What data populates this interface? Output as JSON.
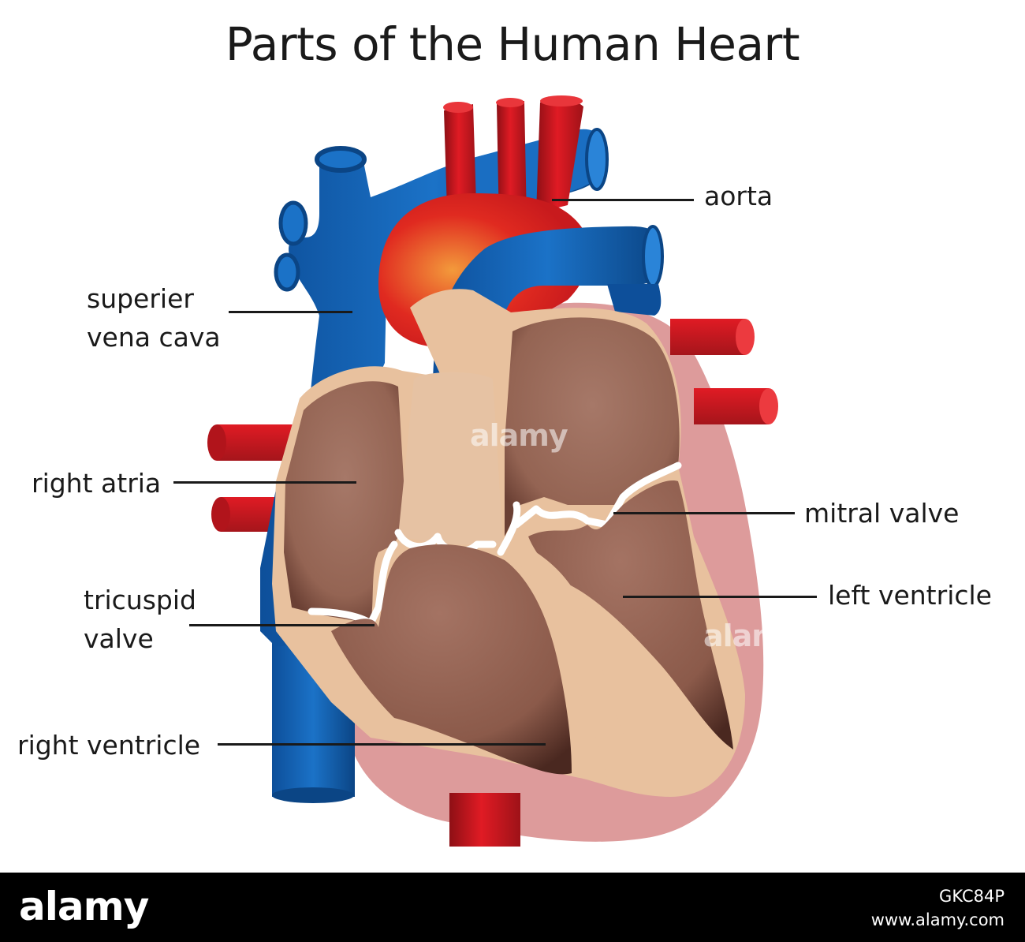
{
  "title": "Parts of the Human Heart",
  "labels": {
    "aorta": "aorta",
    "superior_vena_cava_line1": "superier",
    "superior_vena_cava_line2": "vena cava",
    "right_atria": "right atria",
    "mitral_valve": "mitral valve",
    "tricuspid_line1": "tricuspid",
    "tricuspid_line2": "valve",
    "left_ventricle": "left ventricle",
    "right_ventricle": "right ventricle"
  },
  "watermarks": [
    "alamy",
    "alamy"
  ],
  "footer": {
    "logo": "alamy",
    "image_id": "GKC84P",
    "url": "www.alamy.com"
  },
  "colors": {
    "vein_blue": "#1565b8",
    "artery_red": "#e01b24",
    "muscle_brown": "#9c6e5e",
    "pericardium_pink": "#dc9a9a",
    "wall_tan": "#e9c3a0"
  }
}
